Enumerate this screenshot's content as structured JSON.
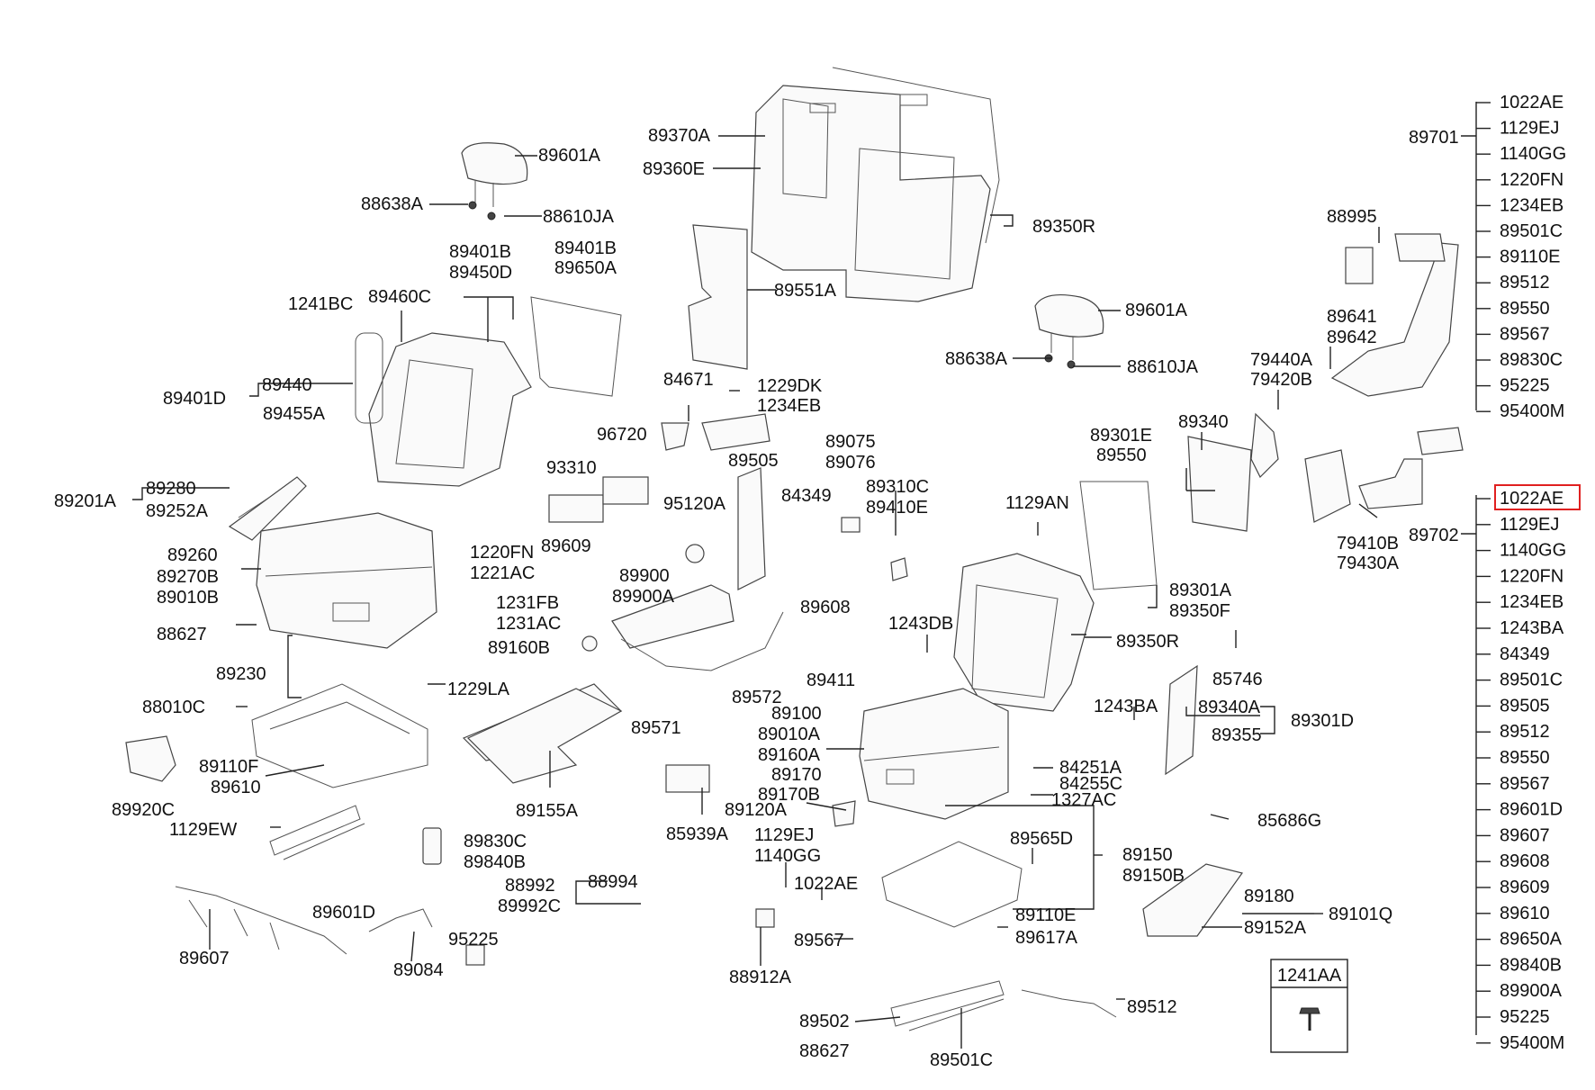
{
  "labels": [
    {
      "id": "89601A-l",
      "text": "89601A"
    },
    {
      "id": "88638A-l",
      "text": "88638A"
    },
    {
      "id": "88610JA-l",
      "text": "88610JA"
    },
    {
      "id": "89370A",
      "text": "89370A"
    },
    {
      "id": "89360E",
      "text": "89360E"
    },
    {
      "id": "89350R-top",
      "text": "89350R"
    },
    {
      "id": "89401B-a",
      "text": "89401B"
    },
    {
      "id": "89450D",
      "text": "89450D"
    },
    {
      "id": "89401B-b",
      "text": "89401B"
    },
    {
      "id": "89650A",
      "text": "89650A"
    },
    {
      "id": "1241BC",
      "text": "1241BC"
    },
    {
      "id": "89460C",
      "text": "89460C"
    },
    {
      "id": "89440",
      "text": "89440"
    },
    {
      "id": "89401D",
      "text": "89401D"
    },
    {
      "id": "89455A",
      "text": "89455A"
    },
    {
      "id": "89551A",
      "text": "89551A"
    },
    {
      "id": "84671",
      "text": "84671"
    },
    {
      "id": "1229DK",
      "text": "1229DK"
    },
    {
      "id": "1234EB-m",
      "text": "1234EB"
    },
    {
      "id": "96720",
      "text": "96720"
    },
    {
      "id": "89505",
      "text": "89505"
    },
    {
      "id": "89075",
      "text": "89075"
    },
    {
      "id": "89076",
      "text": "89076"
    },
    {
      "id": "89310C",
      "text": "89310C"
    },
    {
      "id": "89410E",
      "text": "89410E"
    },
    {
      "id": "84349",
      "text": "84349"
    },
    {
      "id": "93310",
      "text": "93310"
    },
    {
      "id": "95120A",
      "text": "95120A"
    },
    {
      "id": "89280",
      "text": "89280"
    },
    {
      "id": "89201A",
      "text": "89201A"
    },
    {
      "id": "89252A",
      "text": "89252A"
    },
    {
      "id": "1220FN",
      "text": "1220FN"
    },
    {
      "id": "1221AC",
      "text": "1221AC"
    },
    {
      "id": "89609",
      "text": "89609"
    },
    {
      "id": "89260",
      "text": "89260"
    },
    {
      "id": "89270B",
      "text": "89270B"
    },
    {
      "id": "89010B",
      "text": "89010B"
    },
    {
      "id": "89900",
      "text": "89900"
    },
    {
      "id": "89900A",
      "text": "89900A"
    },
    {
      "id": "1231FB",
      "text": "1231FB"
    },
    {
      "id": "1231AC",
      "text": "1231AC"
    },
    {
      "id": "89608",
      "text": "89608"
    },
    {
      "id": "88627-l",
      "text": "88627"
    },
    {
      "id": "89160B",
      "text": "89160B"
    },
    {
      "id": "89411",
      "text": "89411"
    },
    {
      "id": "89230",
      "text": "89230"
    },
    {
      "id": "1229LA",
      "text": "1229LA"
    },
    {
      "id": "89572",
      "text": "89572"
    },
    {
      "id": "88010C",
      "text": "88010C"
    },
    {
      "id": "89571",
      "text": "89571"
    },
    {
      "id": "89110F",
      "text": "89110F"
    },
    {
      "id": "89610",
      "text": "89610"
    },
    {
      "id": "89920C",
      "text": "89920C"
    },
    {
      "id": "89155A",
      "text": "89155A"
    },
    {
      "id": "85939A",
      "text": "85939A"
    },
    {
      "id": "1129EW",
      "text": "1129EW"
    },
    {
      "id": "89830C",
      "text": "89830C"
    },
    {
      "id": "89840B",
      "text": "89840B"
    },
    {
      "id": "89601D",
      "text": "89601D"
    },
    {
      "id": "88992",
      "text": "88992"
    },
    {
      "id": "88994",
      "text": "88994"
    },
    {
      "id": "89992C",
      "text": "89992C"
    },
    {
      "id": "89607",
      "text": "89607"
    },
    {
      "id": "89084",
      "text": "89084"
    },
    {
      "id": "95225-l",
      "text": "95225"
    },
    {
      "id": "88912A",
      "text": "88912A"
    },
    {
      "id": "89120A",
      "text": "89120A"
    },
    {
      "id": "89100",
      "text": "89100"
    },
    {
      "id": "89010A",
      "text": "89010A"
    },
    {
      "id": "89160A",
      "text": "89160A"
    },
    {
      "id": "89170",
      "text": "89170"
    },
    {
      "id": "89170B",
      "text": "89170B"
    },
    {
      "id": "1129EJ-m",
      "text": "1129EJ"
    },
    {
      "id": "1140GG-m",
      "text": "1140GG"
    },
    {
      "id": "1022AE-m",
      "text": "1022AE"
    },
    {
      "id": "89567-m",
      "text": "89567"
    },
    {
      "id": "89565D",
      "text": "89565D"
    },
    {
      "id": "89150",
      "text": "89150"
    },
    {
      "id": "89150B",
      "text": "89150B"
    },
    {
      "id": "89110E",
      "text": "89110E"
    },
    {
      "id": "89617A",
      "text": "89617A"
    },
    {
      "id": "89502",
      "text": "89502"
    },
    {
      "id": "88627-m",
      "text": "88627"
    },
    {
      "id": "89501C-m",
      "text": "89501C"
    },
    {
      "id": "89512-m",
      "text": "89512"
    },
    {
      "id": "89601A-r",
      "text": "89601A"
    },
    {
      "id": "88638A-r",
      "text": "88638A"
    },
    {
      "id": "88610JA-r",
      "text": "88610JA"
    },
    {
      "id": "89301E",
      "text": "89301E"
    },
    {
      "id": "89550-m",
      "text": "89550"
    },
    {
      "id": "89340",
      "text": "89340"
    },
    {
      "id": "1129AN",
      "text": "1129AN"
    },
    {
      "id": "89301A",
      "text": "89301A"
    },
    {
      "id": "89350F",
      "text": "89350F"
    },
    {
      "id": "1243DB",
      "text": "1243DB"
    },
    {
      "id": "89350R-r",
      "text": "89350R"
    },
    {
      "id": "85746",
      "text": "85746"
    },
    {
      "id": "1243BA-m",
      "text": "1243BA"
    },
    {
      "id": "89340A",
      "text": "89340A"
    },
    {
      "id": "89301D",
      "text": "89301D"
    },
    {
      "id": "89355",
      "text": "89355"
    },
    {
      "id": "84251A",
      "text": "84251A"
    },
    {
      "id": "84255C",
      "text": "84255C"
    },
    {
      "id": "1327AC",
      "text": "1327AC"
    },
    {
      "id": "85686G",
      "text": "85686G"
    },
    {
      "id": "89180",
      "text": "89180"
    },
    {
      "id": "89101Q",
      "text": "89101Q"
    },
    {
      "id": "89152A",
      "text": "89152A"
    },
    {
      "id": "88995",
      "text": "88995"
    },
    {
      "id": "89641",
      "text": "89641"
    },
    {
      "id": "89642",
      "text": "89642"
    },
    {
      "id": "79440A",
      "text": "79440A"
    },
    {
      "id": "79420B",
      "text": "79420B"
    },
    {
      "id": "79410B",
      "text": "79410B"
    },
    {
      "id": "79430A",
      "text": "79430A"
    },
    {
      "id": "89701",
      "text": "89701"
    },
    {
      "id": "89702",
      "text": "89702"
    }
  ],
  "group_89701": [
    "1022AE",
    "1129EJ",
    "1140GG",
    "1220FN",
    "1234EB",
    "89501C",
    "89110E",
    "89512",
    "89550",
    "89567",
    "89830C",
    "95225",
    "95400M"
  ],
  "group_89702": [
    "1022AE",
    "1129EJ",
    "1140GG",
    "1220FN",
    "1234EB",
    "1243BA",
    "84349",
    "89501C",
    "89505",
    "89512",
    "89550",
    "89567",
    "89601D",
    "89607",
    "89608",
    "89609",
    "89610",
    "89650A",
    "89840B",
    "89900A",
    "95225",
    "95400M"
  ],
  "box_1241AA": "1241AA",
  "highlight": "1022AE",
  "colors": {
    "highlight": "#e02020",
    "line": "#222222",
    "text": "#111111"
  }
}
